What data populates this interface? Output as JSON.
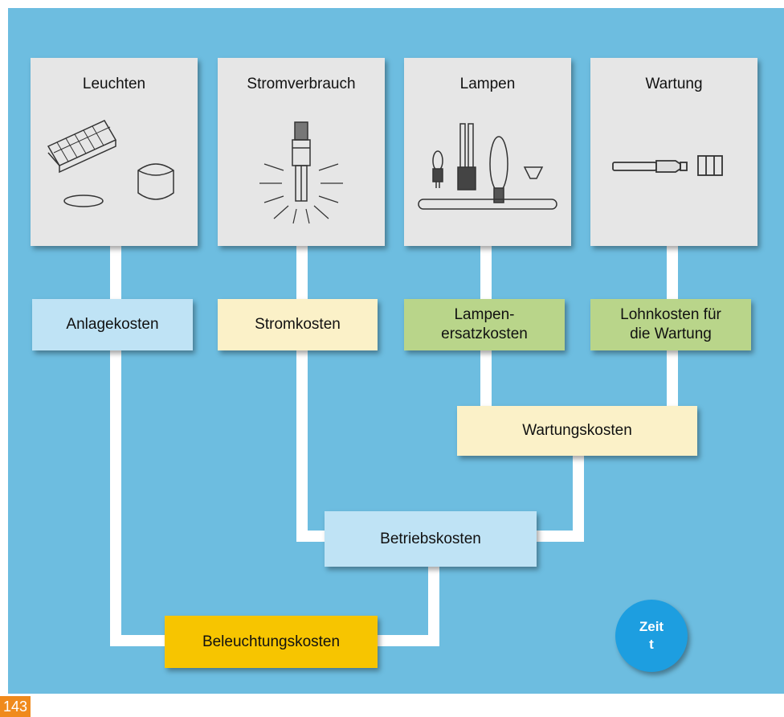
{
  "cards": [
    {
      "title": "Leuchten",
      "icon": "luminaires-icon"
    },
    {
      "title": "Stromverbrauch",
      "icon": "power-consumption-icon"
    },
    {
      "title": "Lampen",
      "icon": "lamps-icon"
    },
    {
      "title": "Wartung",
      "icon": "maintenance-icon"
    }
  ],
  "boxes": {
    "anlagekosten": "Anlagekosten",
    "stromkosten": "Stromkosten",
    "lampen_line1": "Lampen-",
    "lampen_line2": "ersatzkosten",
    "lohn_line1": "Lohnkosten für",
    "lohn_line2": "die Wartung",
    "wartungskosten": "Wartungskosten",
    "betriebskosten": "Betriebskosten",
    "beleuchtungskosten": "Beleuchtungskosten"
  },
  "time": {
    "line1": "Zeit",
    "line2": "t"
  },
  "page_number": "143",
  "colors": {
    "background": "#6dbde0",
    "card": "#e6e6e6",
    "light_blue": "#bfe3f5",
    "cream": "#fbf1c8",
    "green": "#b9d58a",
    "yellow": "#f7c500",
    "time_circle": "#1d9ee0",
    "page_tag": "#f08a1c"
  }
}
